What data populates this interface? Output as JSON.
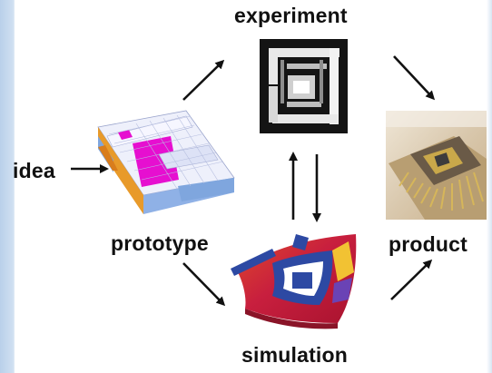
{
  "labels": {
    "experiment": "experiment",
    "idea": "idea",
    "prototype": "prototype",
    "product": "product",
    "simulation": "simulation"
  },
  "flow": [
    {
      "from": "idea",
      "to": "prototype"
    },
    {
      "from": "prototype",
      "to": "experiment"
    },
    {
      "from": "experiment",
      "to": "product"
    },
    {
      "from": "experiment",
      "to": "simulation"
    },
    {
      "from": "simulation",
      "to": "experiment"
    },
    {
      "from": "prototype",
      "to": "simulation"
    },
    {
      "from": "simulation",
      "to": "product"
    }
  ],
  "images": {
    "experiment": "micrograph-of-chip-layout",
    "prototype": "3d-chip-layout-model",
    "product": "packaged-chip-photo",
    "simulation": "deformation-simulation-render"
  },
  "colors": {
    "text": "#111111",
    "arrow": "#111111",
    "sidebar": "#b9d0ea",
    "prototype_magenta": "#e60fd0",
    "prototype_blue": "#7fa6de",
    "prototype_orange": "#e89a2a",
    "simulation_red": "#d2233a",
    "simulation_blue": "#2d49a3",
    "product_gold": "#c9a84a"
  }
}
